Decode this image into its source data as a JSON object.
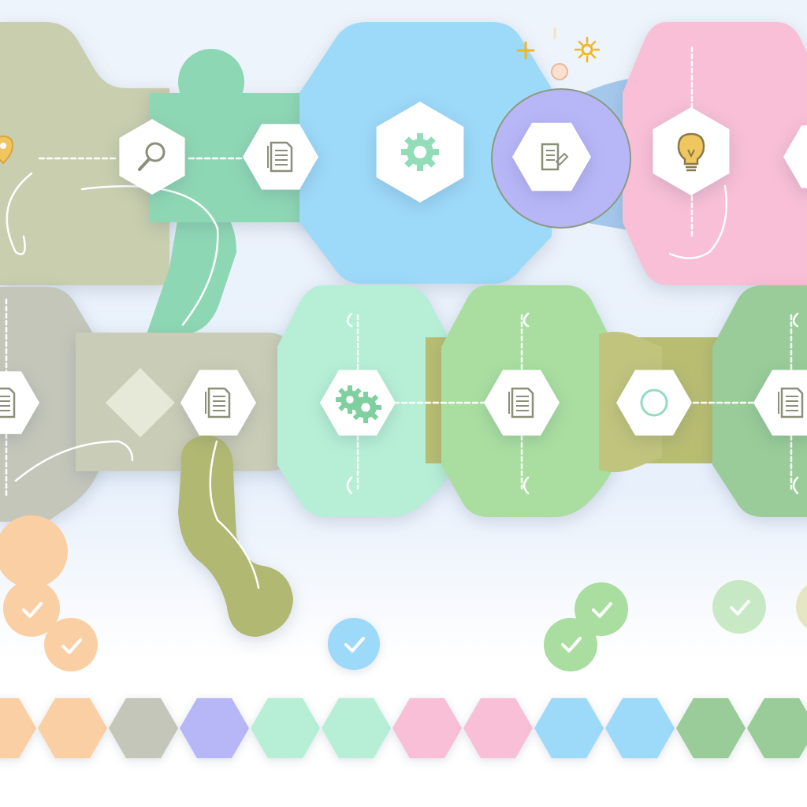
{
  "palette": {
    "sage": "#c8ceae",
    "mint_green": "#8ed7b4",
    "sky_blue": "#9dd9f8",
    "lavender": "#b7b6f7",
    "pink": "#f8bfd6",
    "grey_sage": "#c4c6ba",
    "aqua_mint": "#b6efd6",
    "light_green": "#a9dea0",
    "olive": "#b8bd72",
    "green": "#99cc98",
    "peach": "#fbcfa4",
    "white": "#ffffff",
    "icon_stroke": "#8a8f7a",
    "teal_icon": "#93dcb8",
    "bulb": "#f0c75e",
    "sparkle": "#f1b622"
  },
  "top_row": {
    "nodes": [
      {
        "name": "location-pin-node",
        "icon": "location-pin-icon",
        "fill": "sage"
      },
      {
        "name": "search-node",
        "icon": "magnifier-icon",
        "fill": "sage"
      },
      {
        "name": "document-node",
        "icon": "document-icon",
        "fill": "mint_green"
      },
      {
        "name": "settings-node",
        "icon": "gear-icon",
        "fill": "sky_blue"
      },
      {
        "name": "edit-document-node",
        "icon": "edit-document-icon",
        "fill": "lavender"
      },
      {
        "name": "idea-node",
        "icon": "lightbulb-icon",
        "fill": "pink"
      },
      {
        "name": "partial-node",
        "icon": "partial-icon",
        "fill": "pink"
      }
    ]
  },
  "bottom_row": {
    "nodes": [
      {
        "name": "document-node-left",
        "icon": "document-icon",
        "fill": "grey_sage"
      },
      {
        "name": "diamond-marker",
        "icon": "diamond-icon",
        "fill": "grey_sage"
      },
      {
        "name": "document-node-two",
        "icon": "document-icon",
        "fill": "grey_sage"
      },
      {
        "name": "gears-node",
        "icon": "gears-icon",
        "fill": "aqua_mint"
      },
      {
        "name": "document-node-three",
        "icon": "document-icon",
        "fill": "light_green"
      },
      {
        "name": "ring-node",
        "icon": "ring-icon",
        "fill": "olive"
      },
      {
        "name": "document-node-four",
        "icon": "document-icon",
        "fill": "green"
      }
    ]
  },
  "check_badges": [
    {
      "name": "check-badge-peach-upper",
      "fill": "peach"
    },
    {
      "name": "check-badge-peach-lower",
      "fill": "peach"
    },
    {
      "name": "check-badge-blue",
      "fill": "sky_blue"
    },
    {
      "name": "check-badge-green-upper",
      "fill": "light_green"
    },
    {
      "name": "check-badge-green-lower",
      "fill": "light_green"
    },
    {
      "name": "check-badge-faded",
      "fill": "light_green"
    }
  ],
  "swatch_row": [
    "peach",
    "peach",
    "grey_sage",
    "lavender",
    "aqua_mint",
    "aqua_mint",
    "pink",
    "pink",
    "sky_blue",
    "sky_blue",
    "green",
    "green"
  ]
}
